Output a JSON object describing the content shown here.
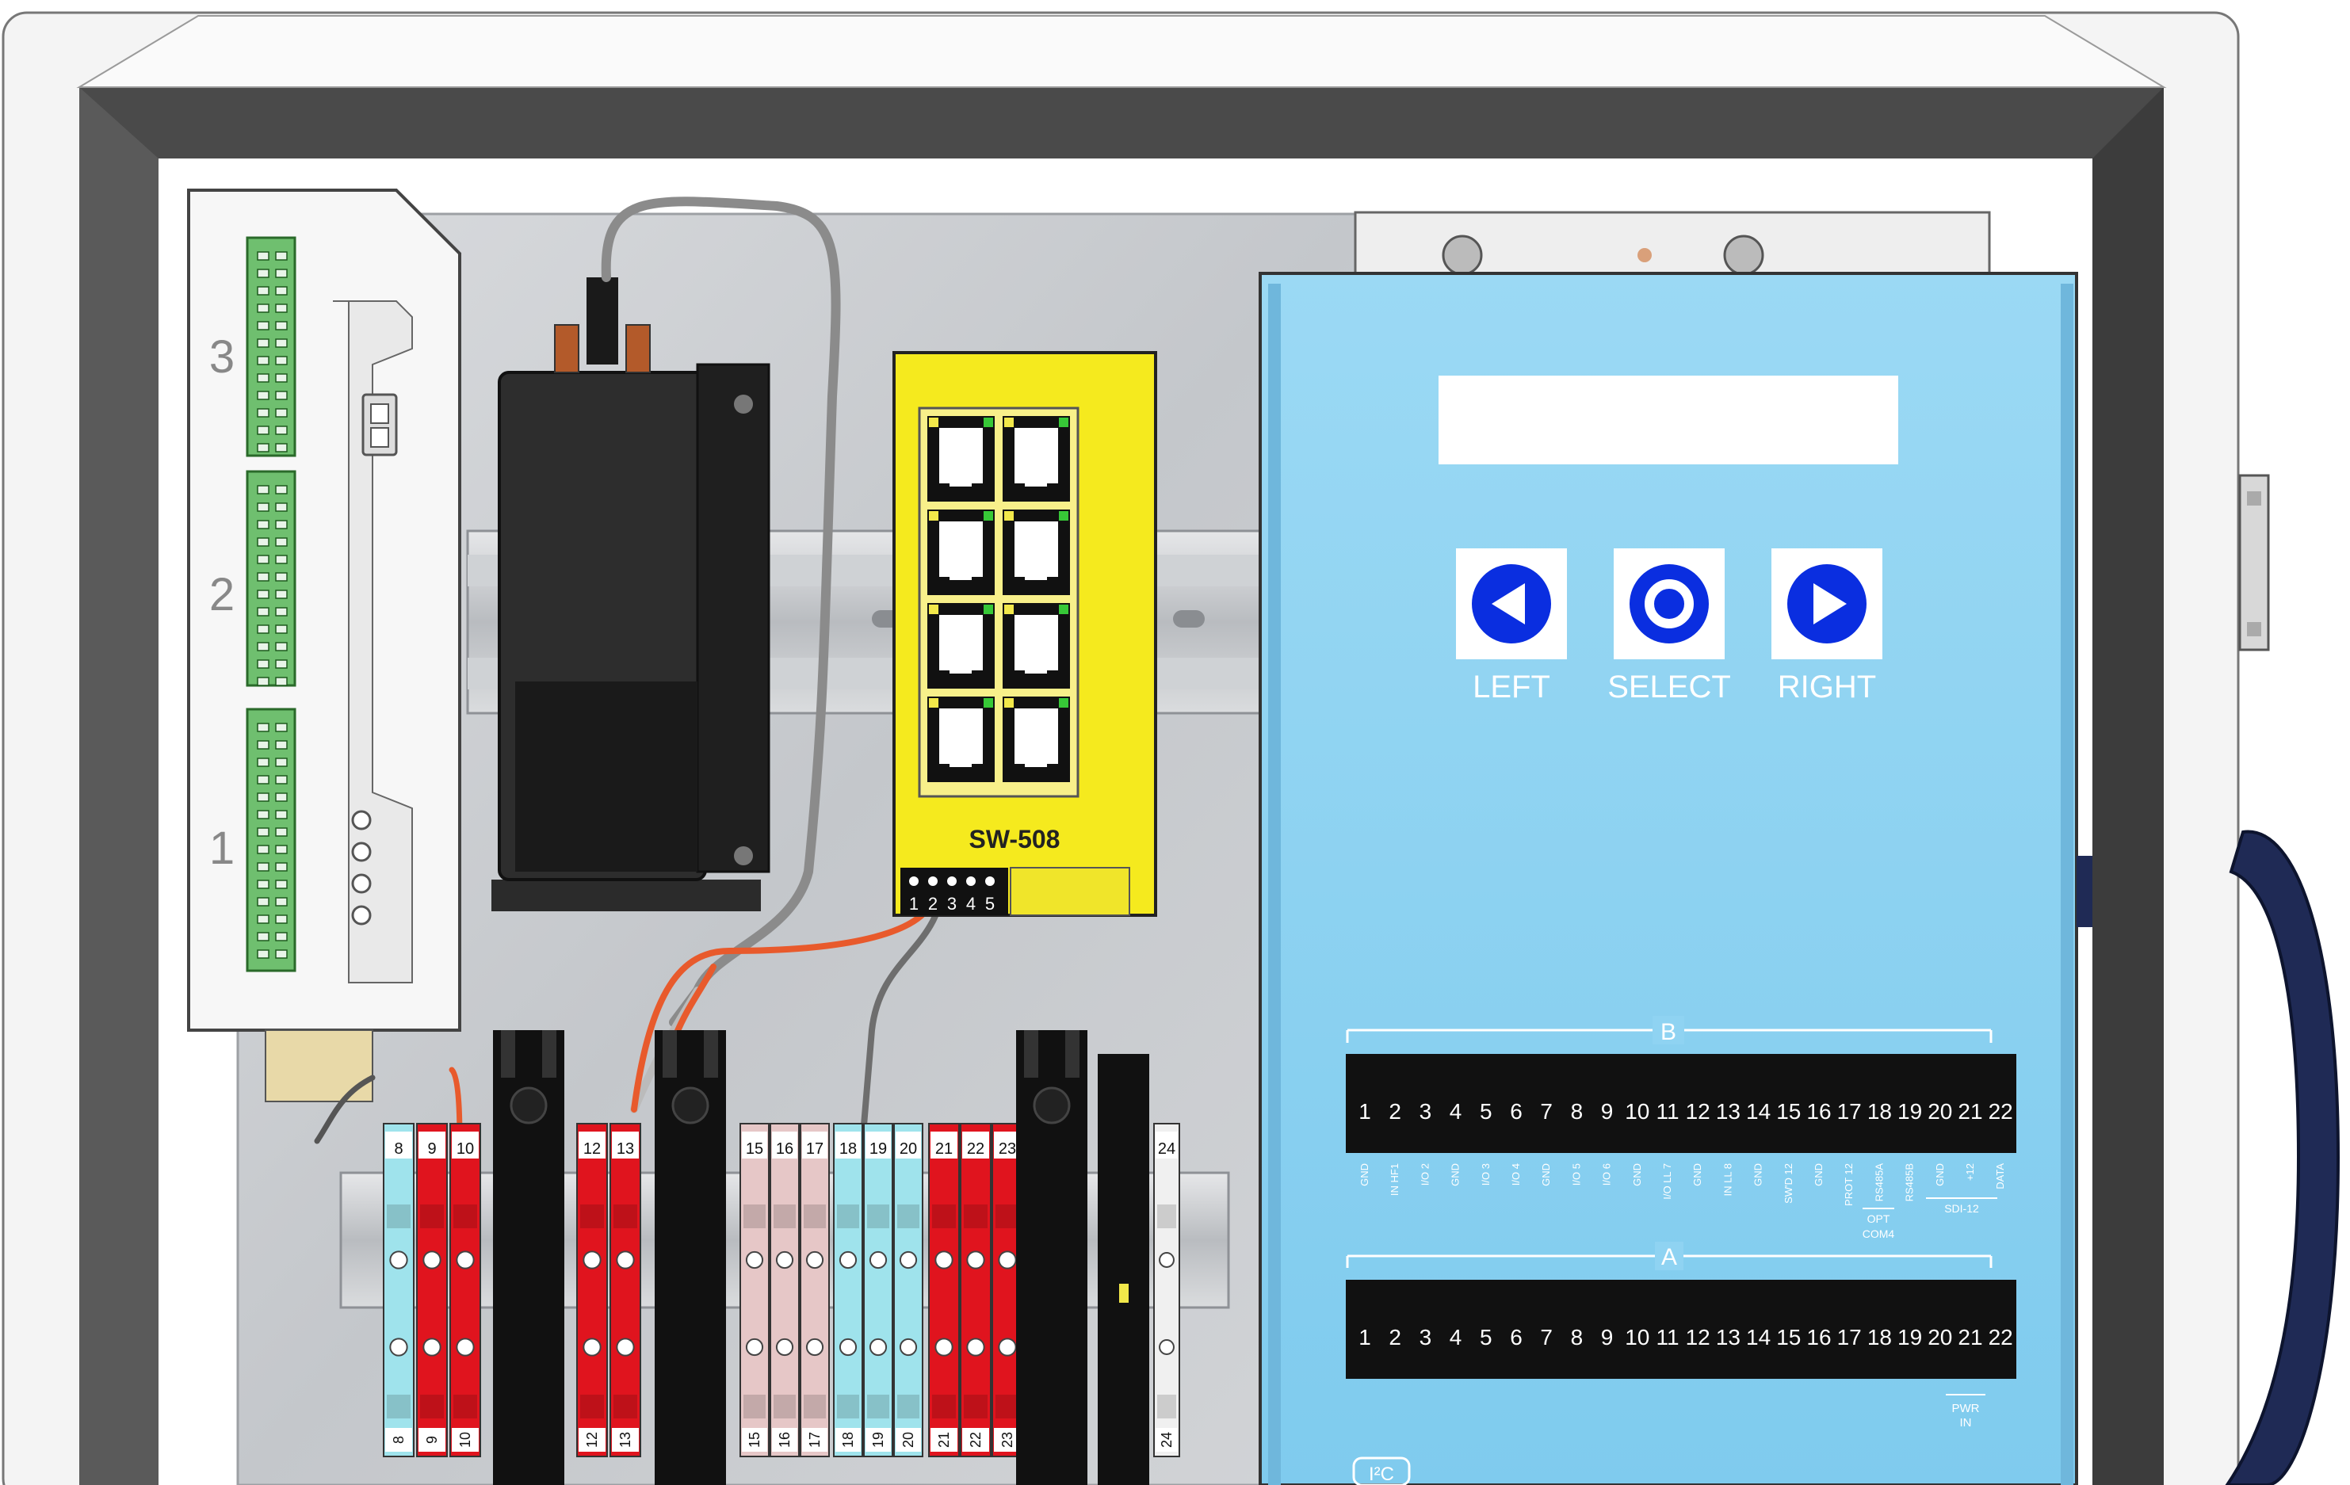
{
  "module_numbers": [
    "3",
    "2",
    "1"
  ],
  "switch": {
    "model": "SW-508",
    "dip_labels": [
      "1",
      "2",
      "3",
      "4",
      "5"
    ]
  },
  "logger": {
    "buttons": [
      {
        "label": "LEFT",
        "icon": "left-arrow-icon"
      },
      {
        "label": "SELECT",
        "icon": "select-circle-icon"
      },
      {
        "label": "RIGHT",
        "icon": "right-arrow-icon"
      }
    ],
    "header_b": {
      "letter": "B",
      "numbers": [
        "1",
        "2",
        "3",
        "4",
        "5",
        "6",
        "7",
        "8",
        "9",
        "10",
        "11",
        "12",
        "13",
        "14",
        "15",
        "16",
        "17",
        "18",
        "19",
        "20",
        "21",
        "22"
      ],
      "pin_labels": [
        "GND",
        "IN HF1",
        "I/O 2",
        "GND",
        "I/O 3",
        "I/O 4",
        "GND",
        "I/O 5",
        "I/O 6",
        "GND",
        "I/O LL 7",
        "GND",
        "IN LL 8",
        "GND",
        "SW'D 12",
        "GND",
        "PROT 12",
        "RS485A",
        "RS485B",
        "GND",
        "+12",
        "DATA"
      ],
      "group_opt": "OPT",
      "group_com4": "COM4",
      "group_sdi": "SDI-12"
    },
    "header_a": {
      "letter": "A",
      "numbers": [
        "1",
        "2",
        "3",
        "4",
        "5",
        "6",
        "7",
        "8",
        "9",
        "10",
        "11",
        "12",
        "13",
        "14",
        "15",
        "16",
        "17",
        "18",
        "19",
        "20",
        "21",
        "22"
      ],
      "group_pwr": "PWR",
      "group_in": "IN",
      "i2c": "I²C"
    }
  },
  "terminals": {
    "gray_top": "8",
    "red1_top": [
      "9",
      "10"
    ],
    "red2_top": [
      "12",
      "13"
    ],
    "pink_top": [
      "15",
      "16",
      "17"
    ],
    "blue_top": [
      "18",
      "19",
      "20"
    ],
    "red3_top": [
      "21",
      "22",
      "23"
    ],
    "end_top": "24",
    "bottom": [
      "8",
      "9",
      "10",
      "12",
      "13",
      "15",
      "16",
      "17",
      "18",
      "19",
      "20",
      "21",
      "22",
      "23",
      "24"
    ]
  },
  "colors": {
    "logger_blue": "#8fd3f2",
    "switch_yellow": "#f5ea1e",
    "terminal_red": "#e0141e",
    "terminal_blue": "#9fe3ec",
    "terminal_pink": "#e6c7c7",
    "header_black": "#111111",
    "button_blue": "#0a2ee0",
    "enclosure_gray": "#4a4a4a",
    "panel_steel": "#cfd1d4",
    "handle_navy": "#1f2a55",
    "wire_orange": "#e85a2c",
    "wire_gray": "#9a9a9a"
  }
}
